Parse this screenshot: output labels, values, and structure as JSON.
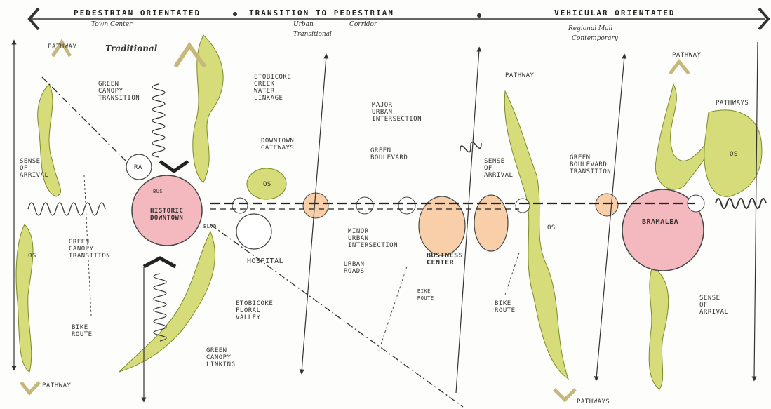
{
  "headers": {
    "pedestrian": "PEDESTRIAN ORIENTATED",
    "transition": "TRANSITION TO PEDESTRIAN",
    "vehicular": "VEHICULAR ORIENTATED"
  },
  "subheaders": {
    "town_center": "Town Center",
    "traditional": "Traditional",
    "urban": "Urban",
    "transitional": "Transitional",
    "corridor": "Corridor",
    "regional_mall": "Regional Mall",
    "contemporary": "Contemporary"
  },
  "labels": {
    "pathway_top_left": "PATHWAY",
    "pathway_bottom_left": "PATHWAY",
    "pathway_right_mid": "PATHWAY",
    "pathway_right_top": "PATHWAY",
    "pathways_bottom": "PATHWAYS",
    "pathways_right": "PATHWAYS",
    "green_canopy_transition": "GREEN\nCANOPY\nTRANSITION",
    "etobicoke_creek": "ETOBICOKE\nCREEK\nWATER\nLINKAGE",
    "downtown_gateways": "DOWNTOWN\nGATEWAYS",
    "sense_of_arrival_left": "SENSE\nOF\nARRIVAL",
    "green_canopy_transition_2": "GREEN\nCANOPY\nTRANSITION",
    "historic_downtown": "HISTORIC\nDOWNTOWN",
    "hospital": "HOSPITAL",
    "etobicoke_floral": "ETOBICOKE\nFLORAL\nVALLEY",
    "green_canopy_linking": "GREEN\nCANOPY\nLINKING",
    "bike_route_left": "BIKE\nROUTE",
    "major_urban": "MAJOR\nURBAN\nINTERSECTION",
    "green_boulevard": "GREEN\nBOULEVARD",
    "minor_urban": "MINOR\nURBAN\nINTERSECTION",
    "urban_roads": "URBAN\nROADS",
    "business_centre": "BUSINESS\nCENTER",
    "sense_of_arrival_mid": "SENSE\nOF\nARRIVAL",
    "bike_route_mid": "BIKE\nROUTE",
    "bike_route_right": "BIKE\nROUTE",
    "green_boulevard_transition": "GREEN\nBOULEVARD\nTRANSITION",
    "bramalea": "BRAMALEA",
    "sense_of_arrival_right": "SENSE\nOF\nARRIVAL",
    "os_left": "OS",
    "os_mid": "OS",
    "os_right": "OS",
    "os_far_right": "OS",
    "ra": "RA",
    "bus": "BUS",
    "blvd": "BLVD"
  }
}
